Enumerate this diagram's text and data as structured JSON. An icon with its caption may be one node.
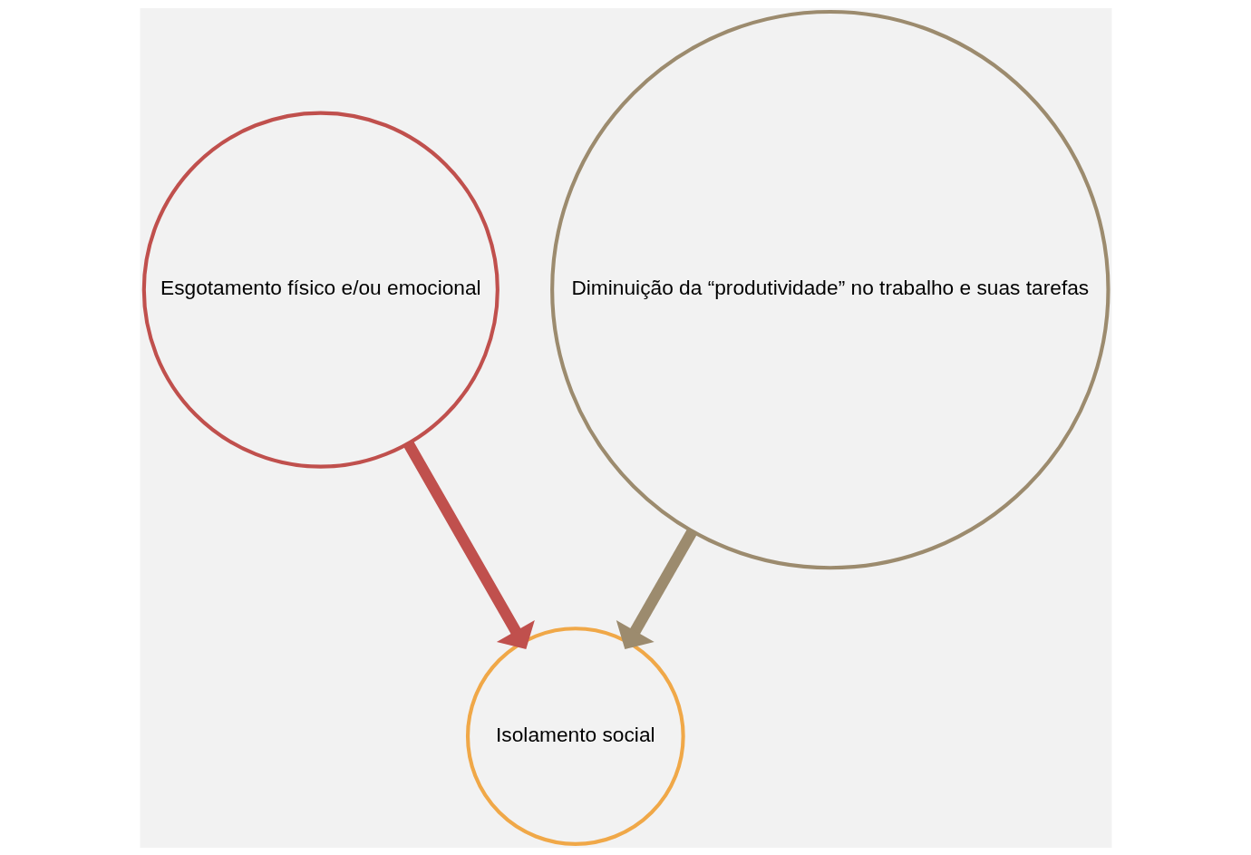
{
  "diagram": {
    "nodes": [
      {
        "text": [
          "Esgotamento físico e/ou emocional"
        ]
      },
      {
        "text": [
          "Diminuição da “produtividade” no trabalho e suas tarefas"
        ]
      },
      {
        "text": [
          "Isolamento social"
        ]
      }
    ],
    "edges": [
      {
        "from": 0,
        "to": 2,
        "arrow": "to",
        "color": "#c0504d"
      },
      {
        "from": 1,
        "to": 2,
        "arrow": "to",
        "color": "#9c8b6e"
      }
    ]
  }
}
